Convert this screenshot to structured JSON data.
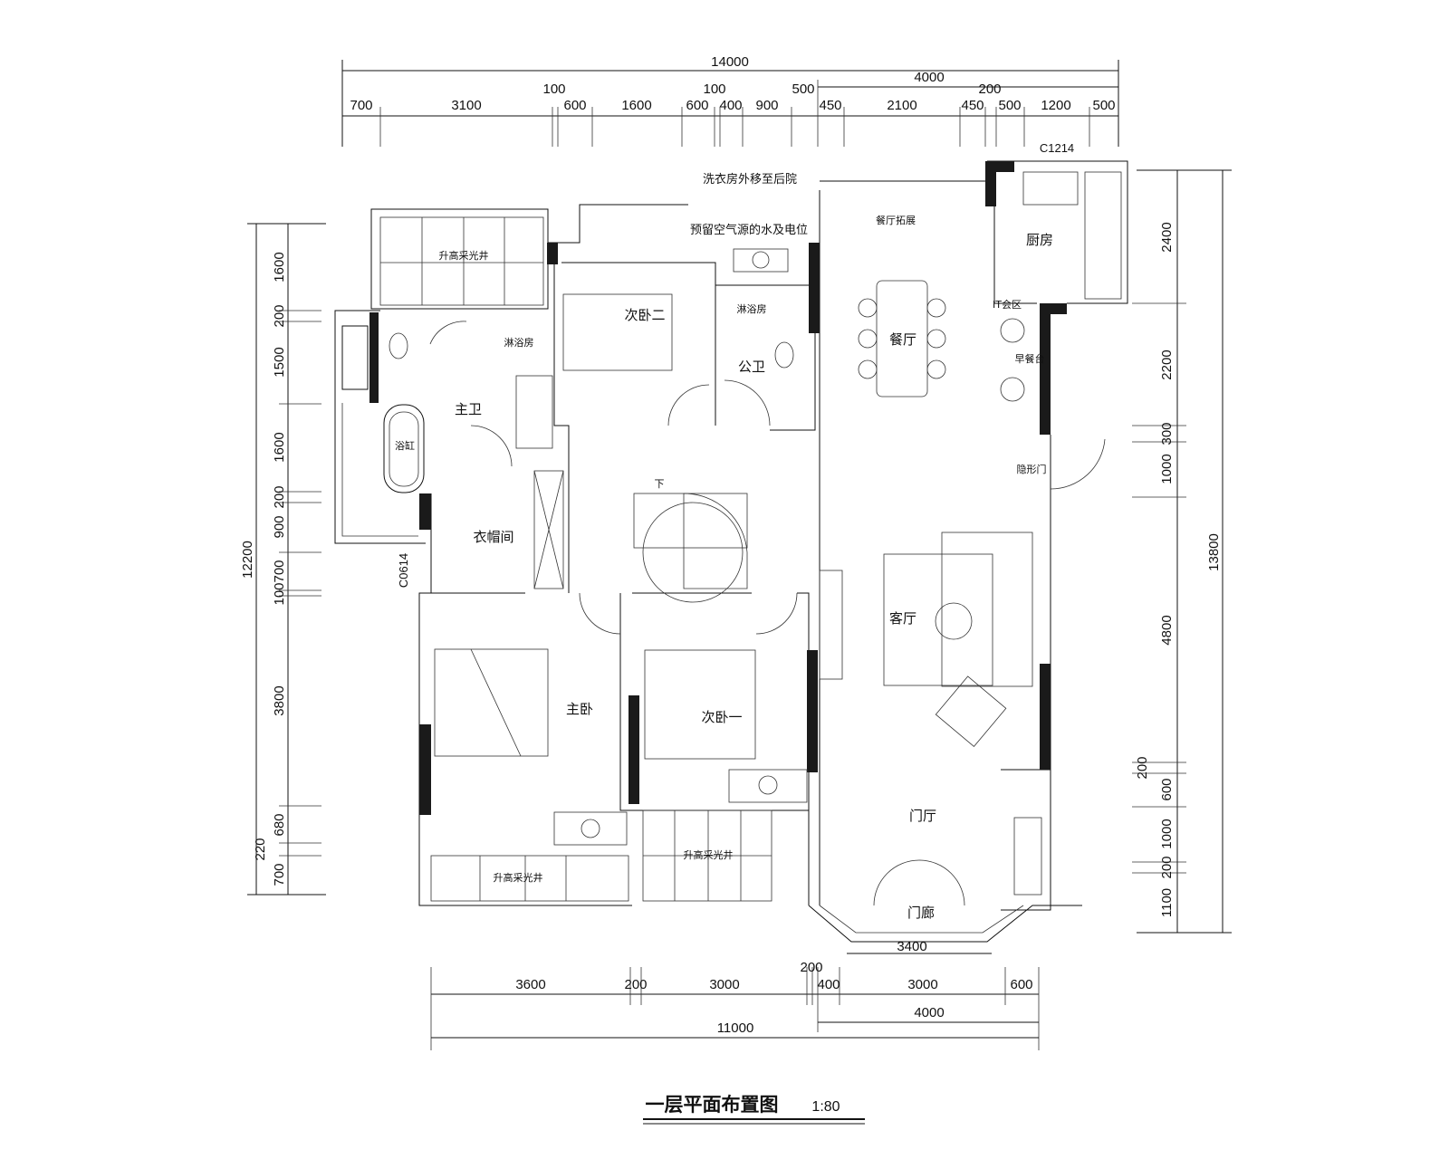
{
  "title": "一层平面布置图",
  "scale": "1:80",
  "dimensions": {
    "top_total": "14000",
    "top_row2": [
      "100",
      "100",
      "500",
      "4000",
      "200"
    ],
    "top_row1": [
      "700",
      "3100",
      "600",
      "1600",
      "600",
      "400",
      "900",
      "450",
      "2100",
      "450",
      "500",
      "1200",
      "500"
    ],
    "left_total": "12200",
    "left_segments": [
      "1600",
      "200",
      "1500",
      "1600",
      "200",
      "900",
      "700",
      "100",
      "3800",
      "680",
      "220",
      "700"
    ],
    "right_total": "13800",
    "right_segments": [
      "2400",
      "2200",
      "300",
      "1000",
      "4800",
      "200",
      "600",
      "1000",
      "200",
      "1100"
    ],
    "bottom_row1": [
      "3600",
      "200",
      "3000",
      "200",
      "400",
      "3000",
      "600"
    ],
    "bottom_row2": "4000",
    "bottom_total": "11000",
    "bottom_porch": "3400"
  },
  "rooms": {
    "master_bath": "主卫",
    "shower": "淋浴房",
    "bathtub": "浴缸",
    "cloakroom": "衣帽间",
    "master_bedroom": "主卧",
    "second_bedroom_two": "次卧二",
    "shower_two": "淋浴房",
    "public_bath": "公卫",
    "second_bedroom_one": "次卧一",
    "dining": "餐厅",
    "kitchen": "厨房",
    "living": "客厅",
    "foyer": "门厅",
    "porch": "门廊",
    "light_well_1": "升高采光井",
    "light_well_2": "升高采光井",
    "light_well_3": "升高采光井",
    "dining_ext": "餐厅拓展",
    "bar": "IT会区",
    "breakfast": "早餐台",
    "hidden_door": "隐形门"
  },
  "notes": {
    "laundry": "洗衣房外移至后院",
    "hvac": "预留空气源的水及电位",
    "window_c1214": "C1214",
    "window_c0614": "C0614",
    "stair_down": "下"
  }
}
